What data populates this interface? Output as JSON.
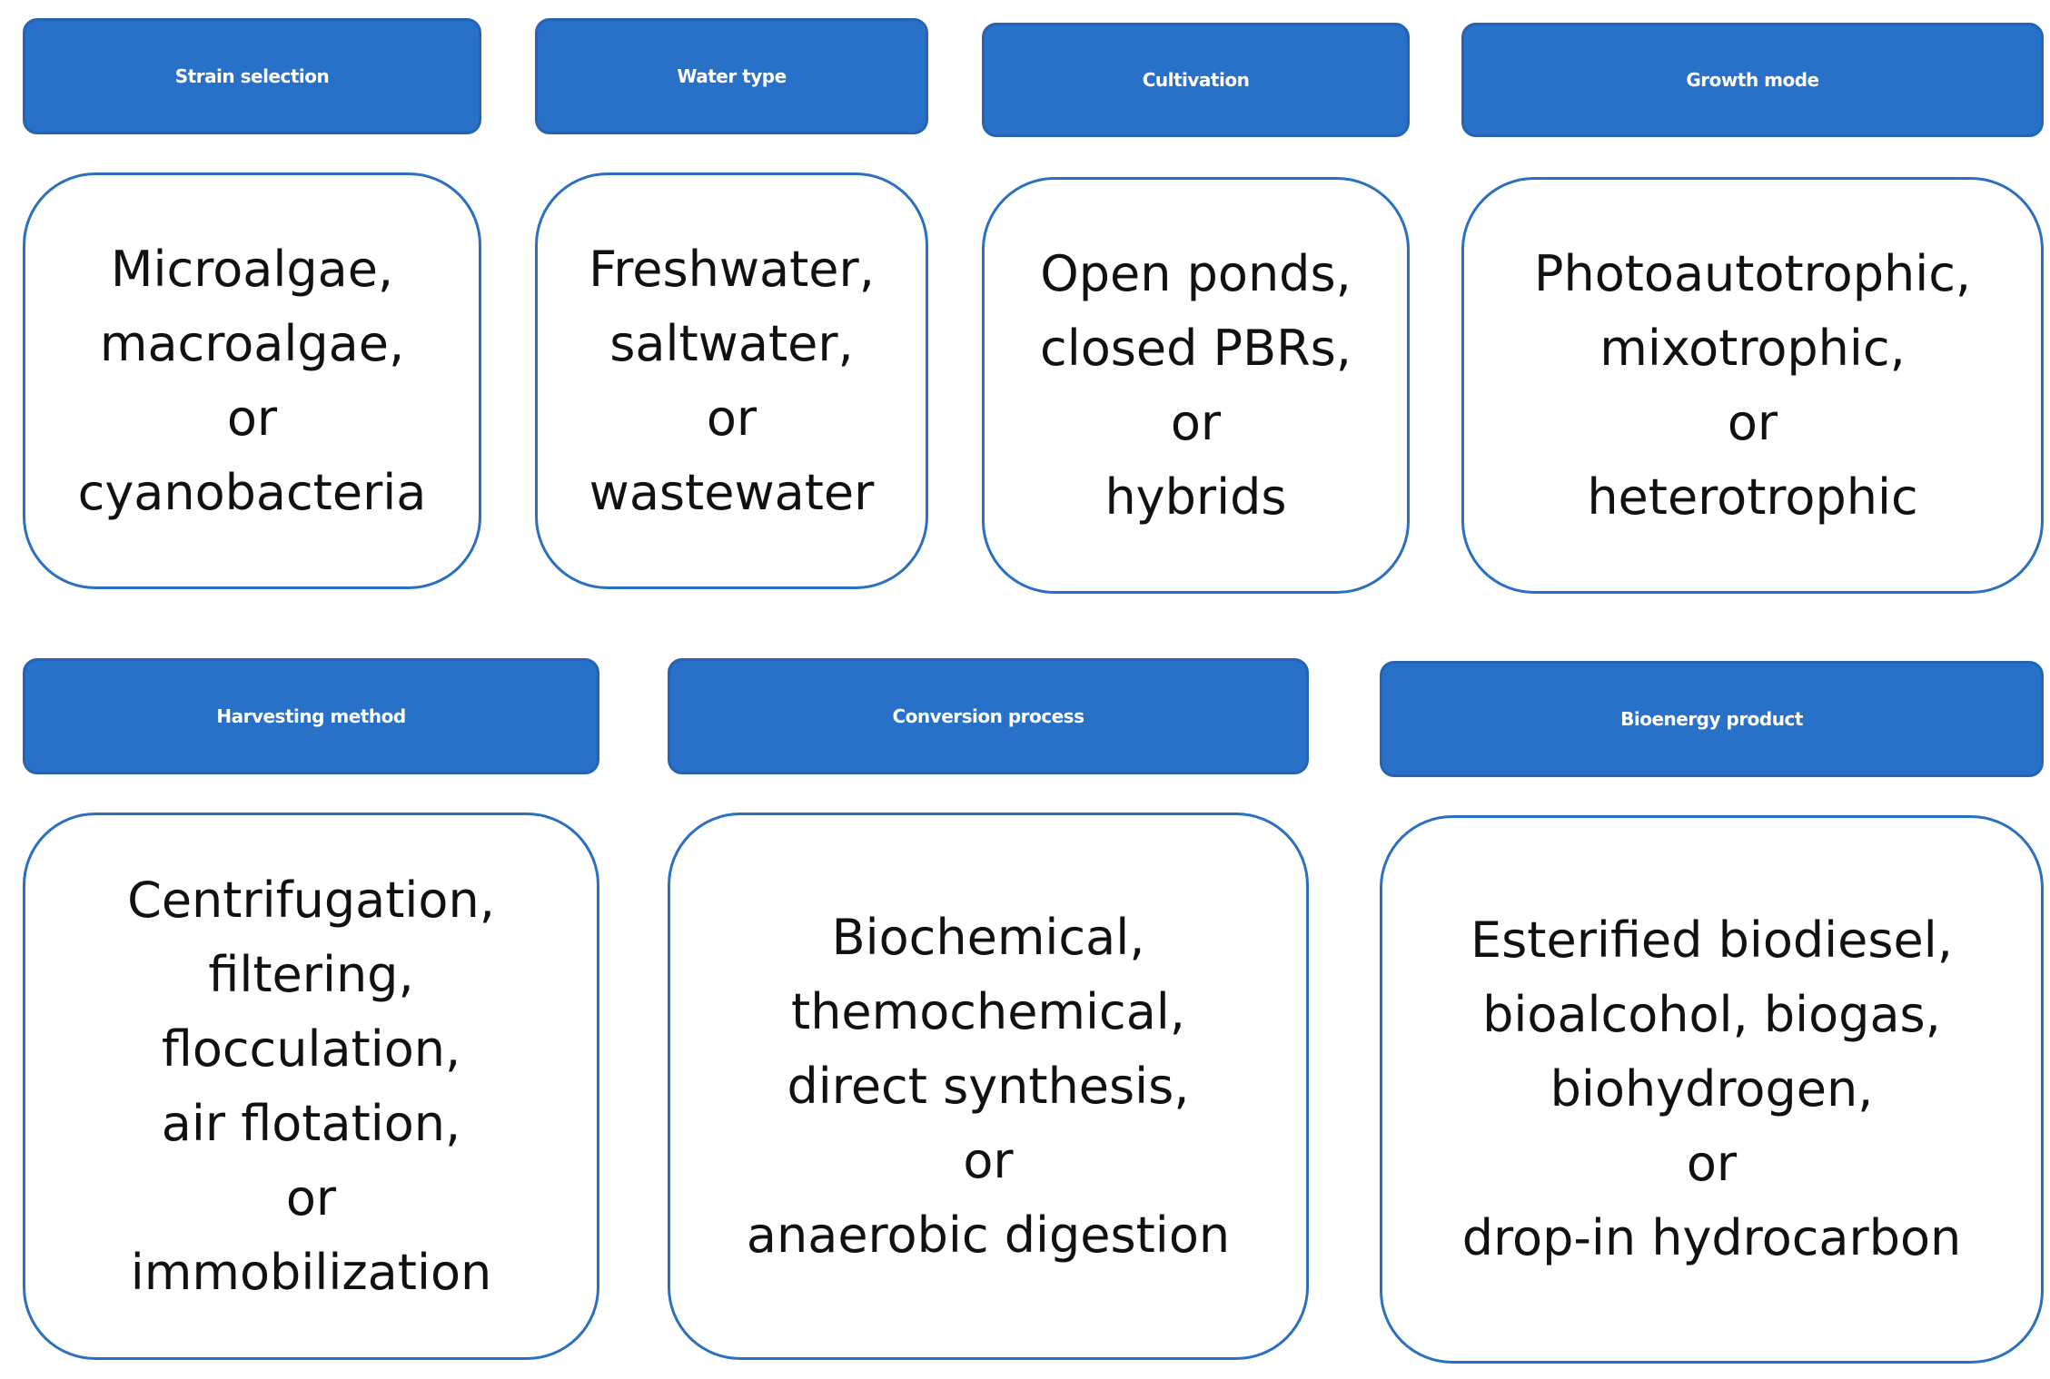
{
  "row1": {
    "strain": {
      "header": "Strain selection",
      "lines": [
        "Microalgae,",
        "macroalgae,",
        "or",
        "cyanobacteria"
      ]
    },
    "water": {
      "header": "Water type",
      "lines": [
        "Freshwater,",
        "saltwater,",
        "or",
        "wastewater"
      ]
    },
    "cultivation": {
      "header": "Cultivation",
      "lines": [
        "Open ponds,",
        "closed PBRs,",
        "or",
        "hybrids"
      ]
    },
    "growth": {
      "header": "Growth mode",
      "lines": [
        "Photoautotrophic,",
        "mixotrophic,",
        "or",
        "heterotrophic"
      ]
    }
  },
  "row2": {
    "harvesting": {
      "header": "Harvesting method",
      "lines": [
        "Centrifugation,",
        "filtering,",
        "flocculation,",
        "air flotation,",
        "or",
        "immobilization"
      ]
    },
    "conversion": {
      "header": "Conversion process",
      "lines": [
        "Biochemical,",
        "themochemical,",
        "direct synthesis,",
        "or",
        "anaerobic digestion"
      ]
    },
    "bioenergy": {
      "header": "Bioenergy product",
      "lines": [
        "Esterified biodiesel,",
        "bioalcohol, biogas,",
        "biohydrogen,",
        "or",
        "drop-in hydrocarbon"
      ]
    }
  },
  "colors": {
    "header_fill": "#2970c8",
    "header_text": "#ffffff",
    "card_border": "#2a6fc0",
    "card_text": "#111111"
  }
}
